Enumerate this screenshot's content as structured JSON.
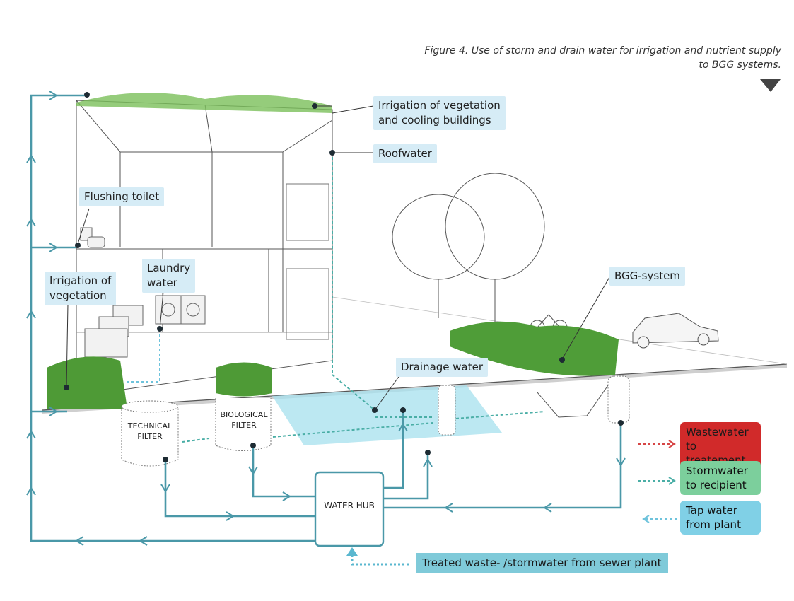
{
  "caption": {
    "line1": "Figure 4. Use of storm and drain water for irrigation and nutrient supply",
    "line2": "to BGG systems."
  },
  "labels": {
    "irrigation_cooling_1": "Irrigation of vegetation",
    "irrigation_cooling_2": "and cooling buildings",
    "roofwater": "Roofwater",
    "flushing_toilet": "Flushing toilet",
    "laundry_1": "Laundry",
    "laundry_2": "water",
    "irrigation_veg_1": "Irrigation of",
    "irrigation_veg_2": "vegetation",
    "bgg_system": "BGG-system",
    "drainage_water": "Drainage water",
    "treated_water": "Treated waste- /stormwater from sewer plant"
  },
  "boxes": {
    "technical_1": "TECHNICAL",
    "technical_2": "FILTER",
    "biological_1": "BIOLOGICAL",
    "biological_2": "FILTER",
    "water_hub": "WATER-HUB"
  },
  "legend": {
    "wastewater": {
      "line1": "Wastewater to",
      "line2": "treatement",
      "color": "#d12a2a",
      "arrow_color": "#d64545"
    },
    "stormwater": {
      "line1": "Stormwater",
      "line2": "to recipient",
      "color": "#7ccf9c",
      "arrow_color": "#4aaea6"
    },
    "tapwater": {
      "line1": "Tap water",
      "line2": "from plant",
      "color": "#80d0e6",
      "arrow_color": "#6ec3dc"
    }
  },
  "colors": {
    "pipe": "#4a98a8",
    "label_bg": "#d6ecf6",
    "vegetation": "#5aa33c",
    "water": "#a6e0ee"
  }
}
